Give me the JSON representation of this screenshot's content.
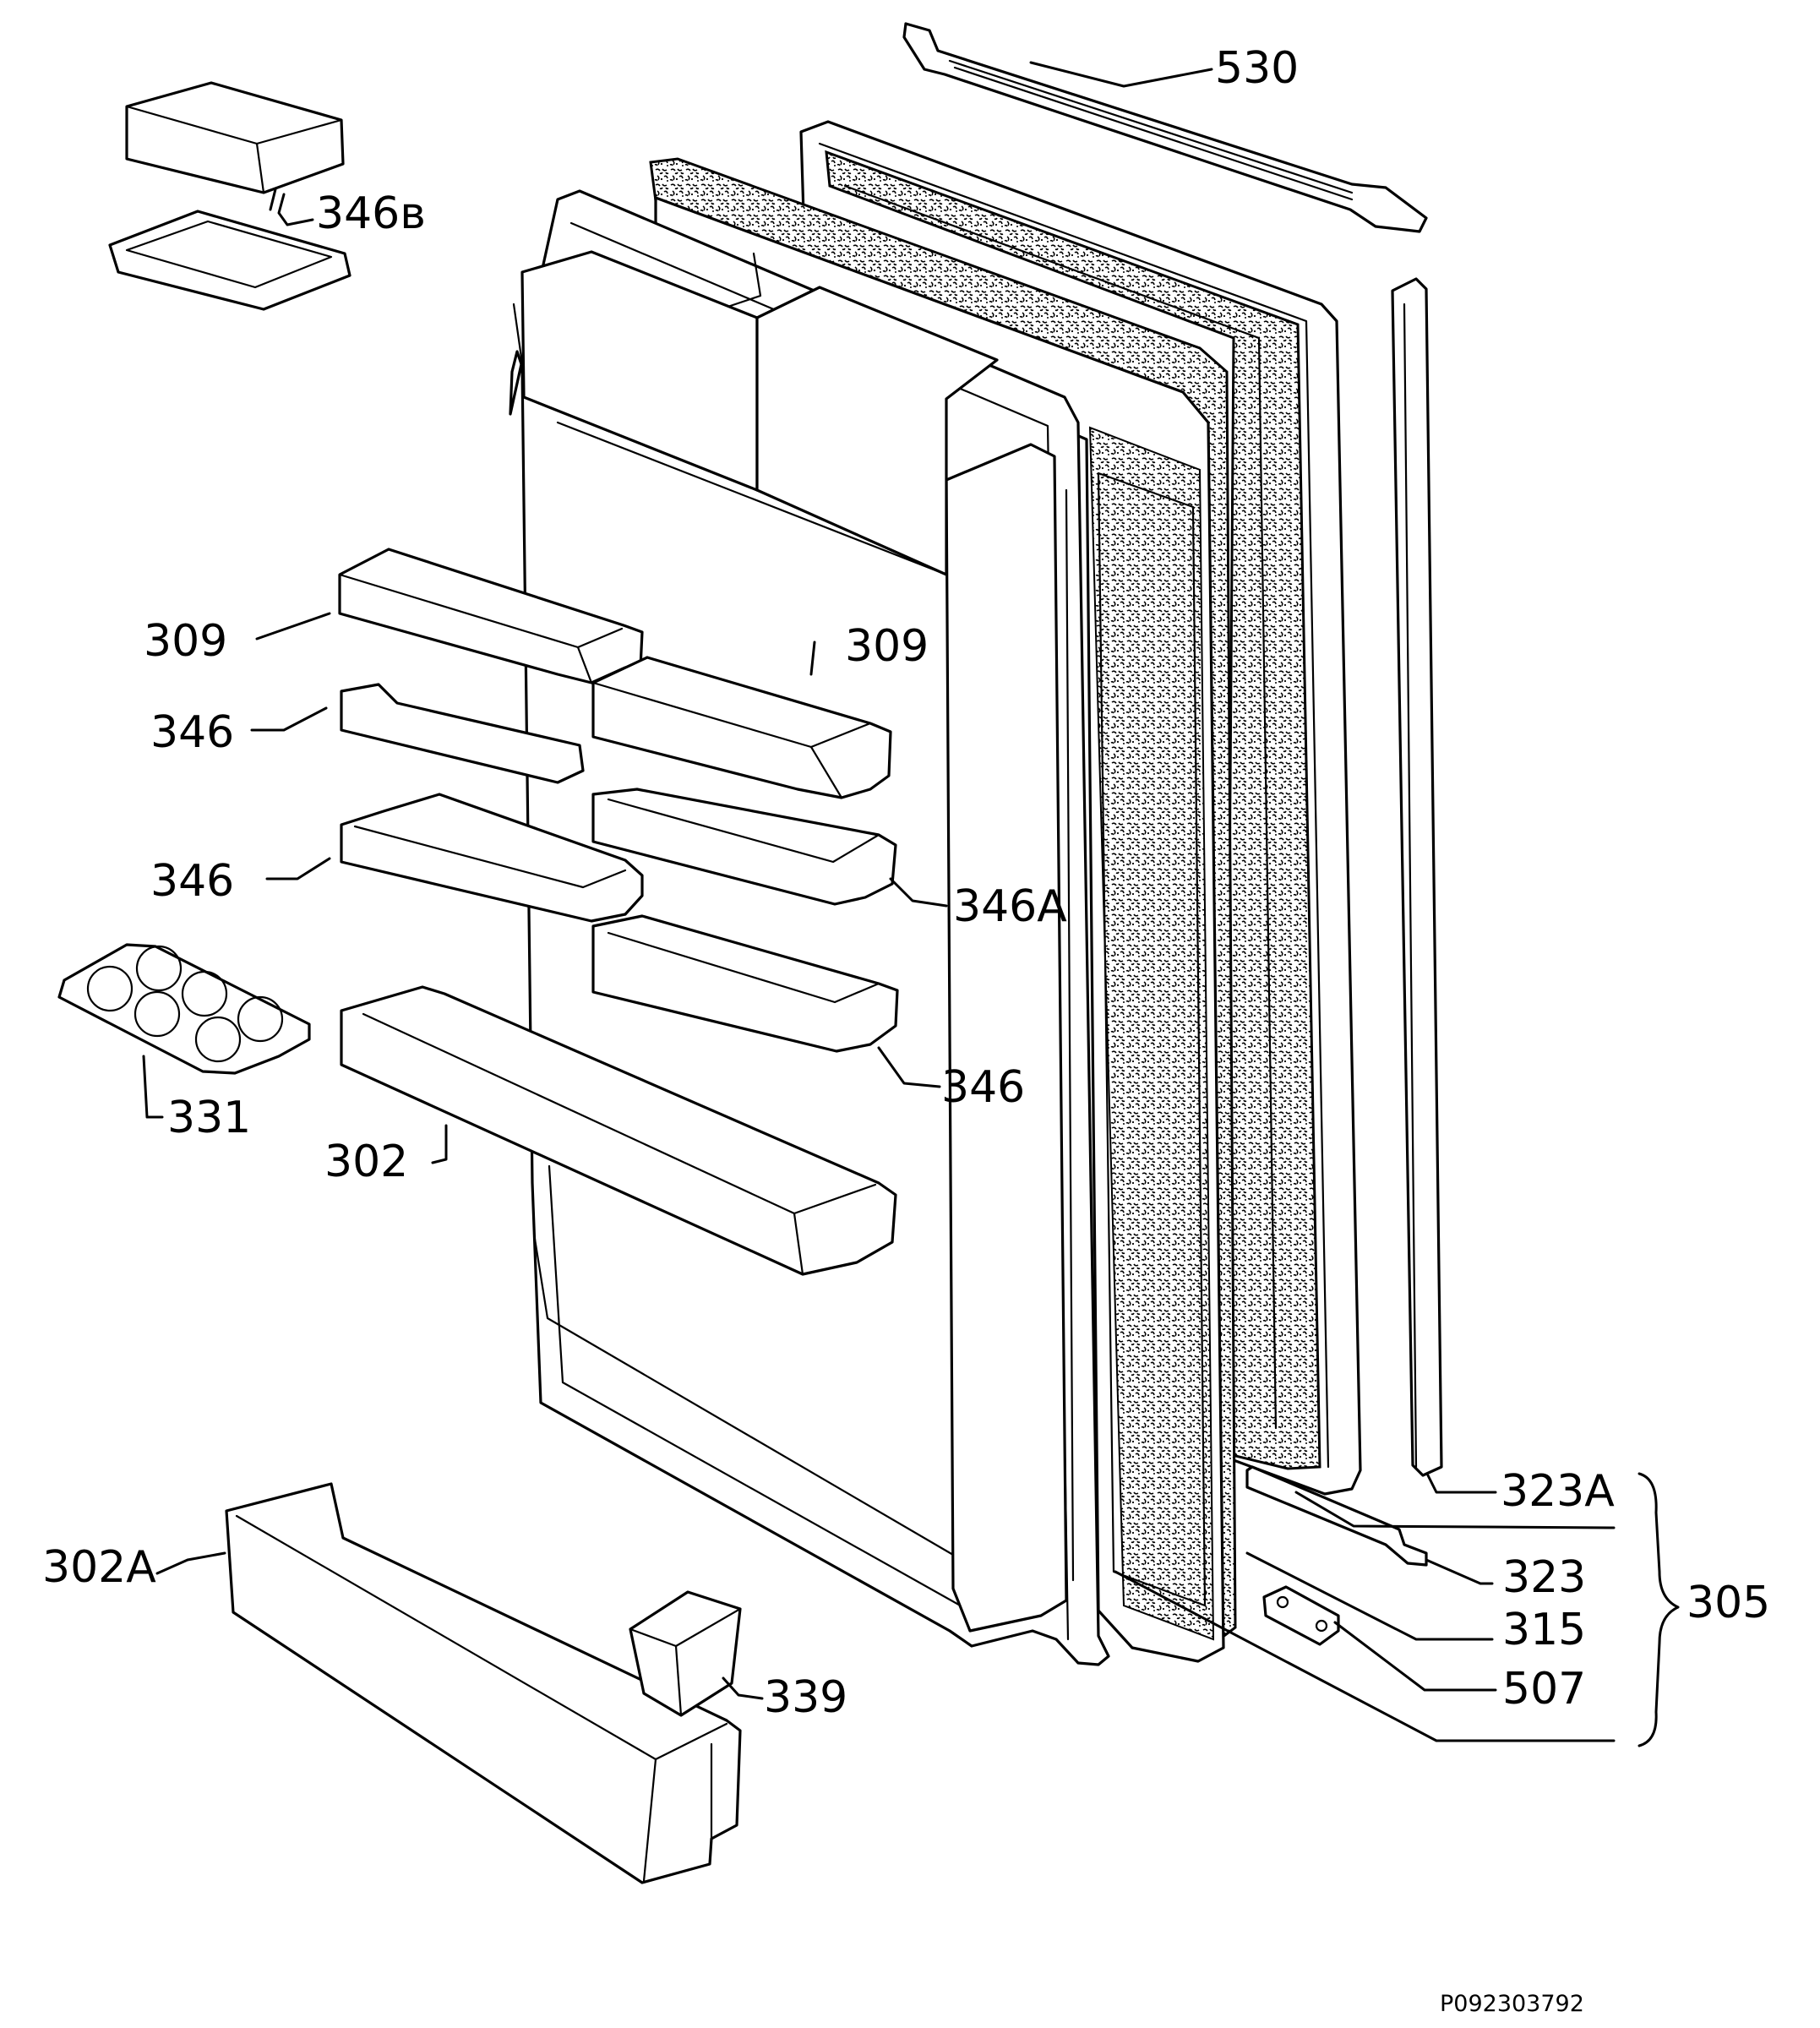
{
  "diagram": {
    "reference_code": "P092303792",
    "callouts": {
      "c530": "530",
      "c346b": "346в",
      "c309_left": "309",
      "c309_right": "309",
      "c346_a": "346",
      "c346_b": "346",
      "c346a": "346A",
      "c346_c": "346",
      "c331": "331",
      "c302": "302",
      "c323a": "323A",
      "c323": "323",
      "c315": "315",
      "c305": "305",
      "c507": "507",
      "c302a": "302A",
      "c339": "339"
    }
  },
  "colors": {
    "line": "#000000",
    "background": "#ffffff",
    "gasket_texture": "#000000"
  }
}
